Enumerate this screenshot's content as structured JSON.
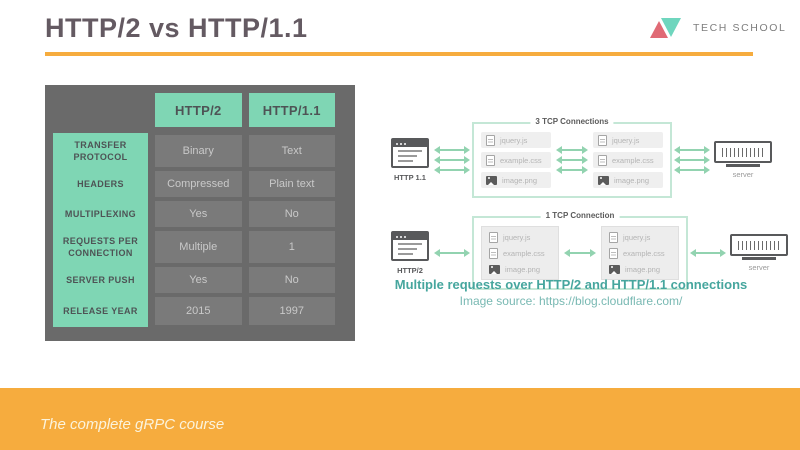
{
  "header": {
    "title": "HTTP/2 vs HTTP/1.1",
    "logo_text": "TECH SCHOOL"
  },
  "comparison_table": {
    "columns": [
      "HTTP/2",
      "HTTP/1.1"
    ],
    "rows": [
      {
        "label": "TRANSFER PROTOCOL",
        "values": [
          "Binary",
          "Text"
        ]
      },
      {
        "label": "HEADERS",
        "values": [
          "Compressed",
          "Plain text"
        ]
      },
      {
        "label": "MULTIPLEXING",
        "values": [
          "Yes",
          "No"
        ]
      },
      {
        "label": "REQUESTS PER CONNECTION",
        "values": [
          "Multiple",
          "1"
        ]
      },
      {
        "label": "SERVER PUSH",
        "values": [
          "Yes",
          "No"
        ]
      },
      {
        "label": "RELEASE YEAR",
        "values": [
          "2015",
          "1997"
        ]
      }
    ]
  },
  "diagram": {
    "connections": [
      {
        "client": "HTTP 1.1",
        "box_label": "3 TCP Connections",
        "arrow_count": 3,
        "files": [
          "jquery.js",
          "example.css",
          "image.png"
        ],
        "server": "server"
      },
      {
        "client": "HTTP/2",
        "box_label": "1 TCP Connection",
        "arrow_count": 1,
        "files": [
          "jquery.js",
          "example.css",
          "image.png"
        ],
        "server": "server"
      }
    ],
    "caption": "Multiple requests over HTTP/2 and HTTP/1.1 connections",
    "source": "Image source: https://blog.cloudflare.com/"
  },
  "footer": {
    "text": "The complete gRPC course"
  },
  "colors": {
    "accent_orange": "#F6AC3E",
    "mint_green": "#7FD6B4",
    "table_background": "#6A6A6A",
    "cell_background": "#7A7A7A",
    "arrow_green": "#92D3B0",
    "caption_teal": "#46A69E",
    "title_gray": "#645A62",
    "logo_pink": "#E06A75",
    "logo_teal": "#6FD6BE"
  }
}
